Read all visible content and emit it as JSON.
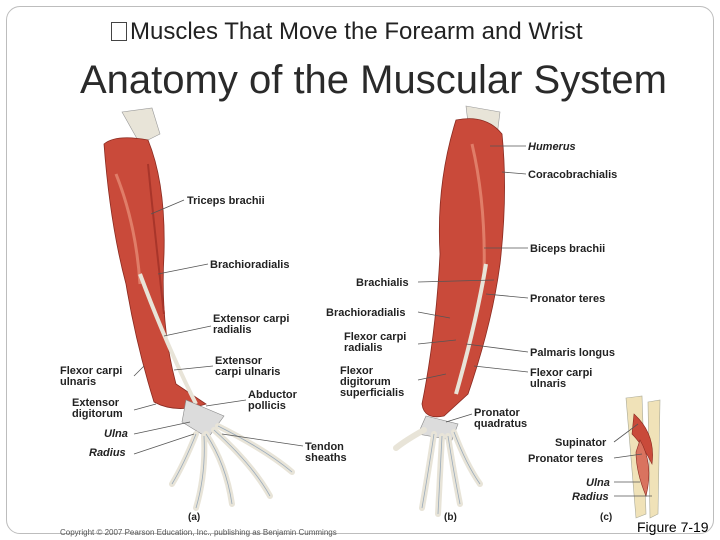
{
  "slide": {
    "subtitle": "Muscles That Move the Forearm and Wrist",
    "title": "Anatomy of the Muscular System",
    "figure_number": "Figure 7-19",
    "copyright": "Copyright © 2007 Pearson Education, Inc., publishing as Benjamin Cummings"
  },
  "colors": {
    "muscle": "#c94a3a",
    "muscle_light": "#d9735f",
    "tendon": "#e8e4d8",
    "bone": "#f0e2b8",
    "skin_outline": "#a33"
  },
  "panel_a": {
    "label": "(a)",
    "labels": [
      "Triceps brachii",
      "Brachioradialis",
      "Extensor carpi radialis",
      "Extensor carpi ulnaris",
      "Abductor pollicis",
      "Flexor carpi ulnaris",
      "Extensor digitorum",
      "Ulna",
      "Radius",
      "Tendon sheaths"
    ]
  },
  "panel_b": {
    "label": "(b)",
    "labels": [
      "Humerus",
      "Coracobrachialis",
      "Biceps brachii",
      "Brachialis",
      "Pronator teres",
      "Brachioradialis",
      "Flexor carpi radialis",
      "Palmaris longus",
      "Flexor digitorum superficialis",
      "Flexor carpi ulnaris",
      "Pronator quadratus"
    ]
  },
  "panel_c": {
    "label": "(c)",
    "labels": [
      "Supinator",
      "Pronator teres",
      "Ulna",
      "Radius"
    ]
  }
}
